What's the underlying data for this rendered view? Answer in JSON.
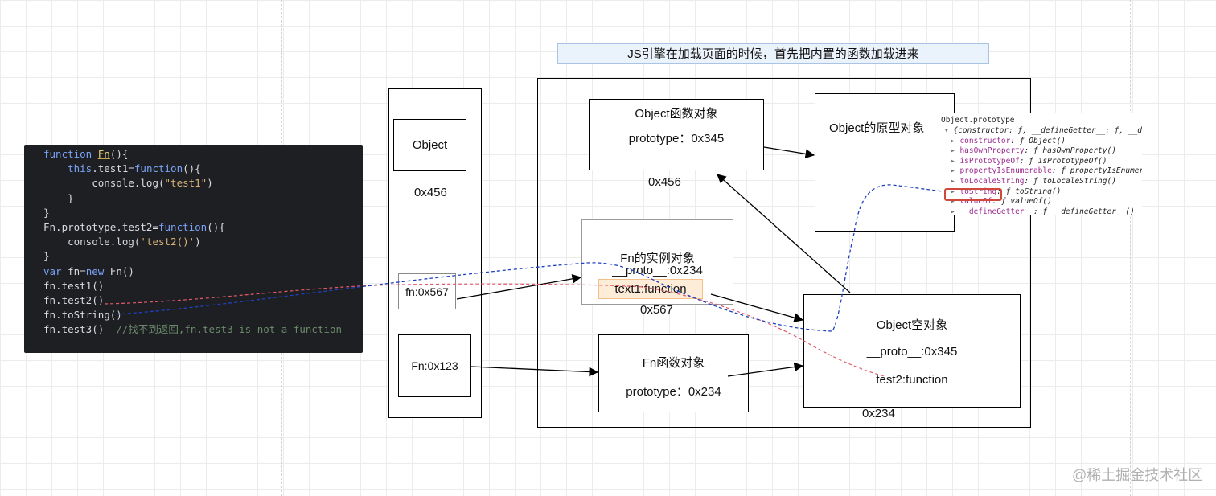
{
  "banner_text": "JS引擎在加载页面的时候，首先把内置的函数加载进来",
  "code_lines": [
    {
      "parts": [
        {
          "t": "function ",
          "c": "kw"
        },
        {
          "t": "Fn",
          "c": "fnname"
        },
        {
          "t": "(){",
          "c": "plain"
        }
      ]
    },
    {
      "parts": [
        {
          "t": "    this",
          "c": "kw"
        },
        {
          "t": ".test1=",
          "c": "plain"
        },
        {
          "t": "function",
          "c": "kw"
        },
        {
          "t": "(){",
          "c": "plain"
        }
      ]
    },
    {
      "parts": [
        {
          "t": "        console.log(",
          "c": "plain"
        },
        {
          "t": "\"test1\"",
          "c": "str"
        },
        {
          "t": ")",
          "c": "plain"
        }
      ]
    },
    {
      "parts": [
        {
          "t": "    }",
          "c": "plain"
        }
      ]
    },
    {
      "parts": [
        {
          "t": "}",
          "c": "plain"
        }
      ]
    },
    {
      "parts": [
        {
          "t": "Fn.prototype.test2=",
          "c": "plain"
        },
        {
          "t": "function",
          "c": "kw"
        },
        {
          "t": "(){",
          "c": "plain"
        }
      ]
    },
    {
      "parts": [
        {
          "t": "    console.log(",
          "c": "plain"
        },
        {
          "t": "'test2()'",
          "c": "str"
        },
        {
          "t": ")",
          "c": "plain"
        }
      ]
    },
    {
      "parts": [
        {
          "t": "}",
          "c": "plain"
        }
      ]
    },
    {
      "parts": [
        {
          "t": "var ",
          "c": "kw"
        },
        {
          "t": "fn=",
          "c": "plain"
        },
        {
          "t": "new ",
          "c": "kw"
        },
        {
          "t": "Fn()",
          "c": "plain"
        }
      ]
    },
    {
      "parts": [
        {
          "t": "fn.test1()",
          "c": "plain"
        }
      ]
    },
    {
      "parts": [
        {
          "t": "fn.test2()",
          "c": "plain"
        }
      ]
    },
    {
      "parts": [
        {
          "t": "fn.toString()",
          "c": "plain"
        }
      ]
    },
    {
      "parts": [
        {
          "t": "fn.test3()  ",
          "c": "plain"
        },
        {
          "t": "//找不到返回,fn.test3 is not a function",
          "c": "cmt"
        }
      ]
    }
  ],
  "stack": {
    "object_label": "Object",
    "object_addr": "0x456",
    "fn_ref": "fn:0x567",
    "Fn_ref": "Fn:0x123"
  },
  "object_func_box": {
    "title": "Object函数对象",
    "prototype": "prototype：0x345",
    "addr": "0x456"
  },
  "object_proto_box": {
    "title": "Object的原型对象"
  },
  "instance_box": {
    "title": "Fn的实例对象",
    "proto": "__proto__:0x234",
    "text1": "text1:function",
    "addr": "0x567"
  },
  "fn_func_box": {
    "title": "Fn函数对象",
    "prototype": "prototype：0x234"
  },
  "empty_obj_box": {
    "title": "Object空对象",
    "proto": "__proto__:0x345",
    "test2": "test2:function",
    "addr": "0x234"
  },
  "proto_panel": {
    "header": "Object.prototype",
    "lines": [
      {
        "k": "{constructor: ",
        "v": "ƒ, __defineGetter__: ƒ, __de",
        "tri": "▾ "
      },
      {
        "k": "constructor",
        "v": ": ƒ Object()",
        "tri": "▸ "
      },
      {
        "k": "hasOwnProperty",
        "v": ": ƒ hasOwnProperty()",
        "tri": "▸ "
      },
      {
        "k": "isPrototypeOf",
        "v": ": ƒ isPrototypeOf()",
        "tri": "▸ "
      },
      {
        "k": "propertyIsEnumerable",
        "v": ": ƒ propertyIsEnumer",
        "tri": "▸ "
      },
      {
        "k": "toLocaleString",
        "v": ": ƒ toLocaleString()",
        "tri": "▸ "
      },
      {
        "k": "toString",
        "v": ": ƒ toString()",
        "tri": "▸ "
      },
      {
        "k": "valueOf",
        "v": ": ƒ valueOf()",
        "tri": "▸ "
      },
      {
        "k": "__defineGetter__",
        "v": ": ƒ __defineGetter__()",
        "tri": "▸ "
      }
    ]
  },
  "watermark": "@稀土掘金技术社区",
  "colors": {
    "red_dash": "#e05a6a",
    "blue_dash": "#2040c0",
    "highlight_border": "#d0483b",
    "text1_bg": "#fdecd8",
    "text1_border": "#f3c08a"
  }
}
